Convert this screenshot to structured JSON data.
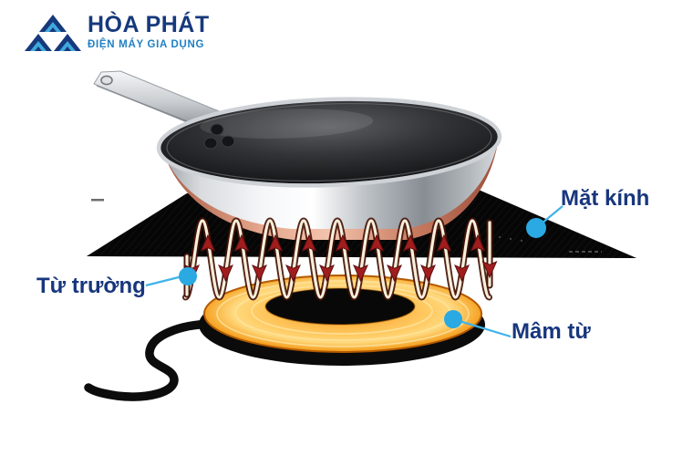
{
  "brand": {
    "name": "HÒA PHÁT",
    "tagline": "ĐIỆN MÁY GIA DỤNG",
    "logo_icon": "triangle-mountain-logo"
  },
  "callouts": {
    "glass_surface": "Mặt kính",
    "magnetic_field": "Từ trường",
    "induction_coil": "Mâm từ"
  },
  "diagram": {
    "type": "induction-cooktop-cross-section",
    "elements": [
      "frying-pan",
      "glass-panel",
      "magnetic-field-wave",
      "induction-coil",
      "power-cord"
    ]
  },
  "colors": {
    "background": "#ffffff",
    "label_text": "#17367d",
    "callout_accent": "#2aa9e2",
    "brand_navy": "#16397c",
    "brand_blue": "#2080c4",
    "coil_orange": "#f59d20",
    "field_arrow_red": "#a11d1d",
    "panel_black": "#060606",
    "wave_line": "#f7efdc",
    "copper": "#c97a60"
  }
}
